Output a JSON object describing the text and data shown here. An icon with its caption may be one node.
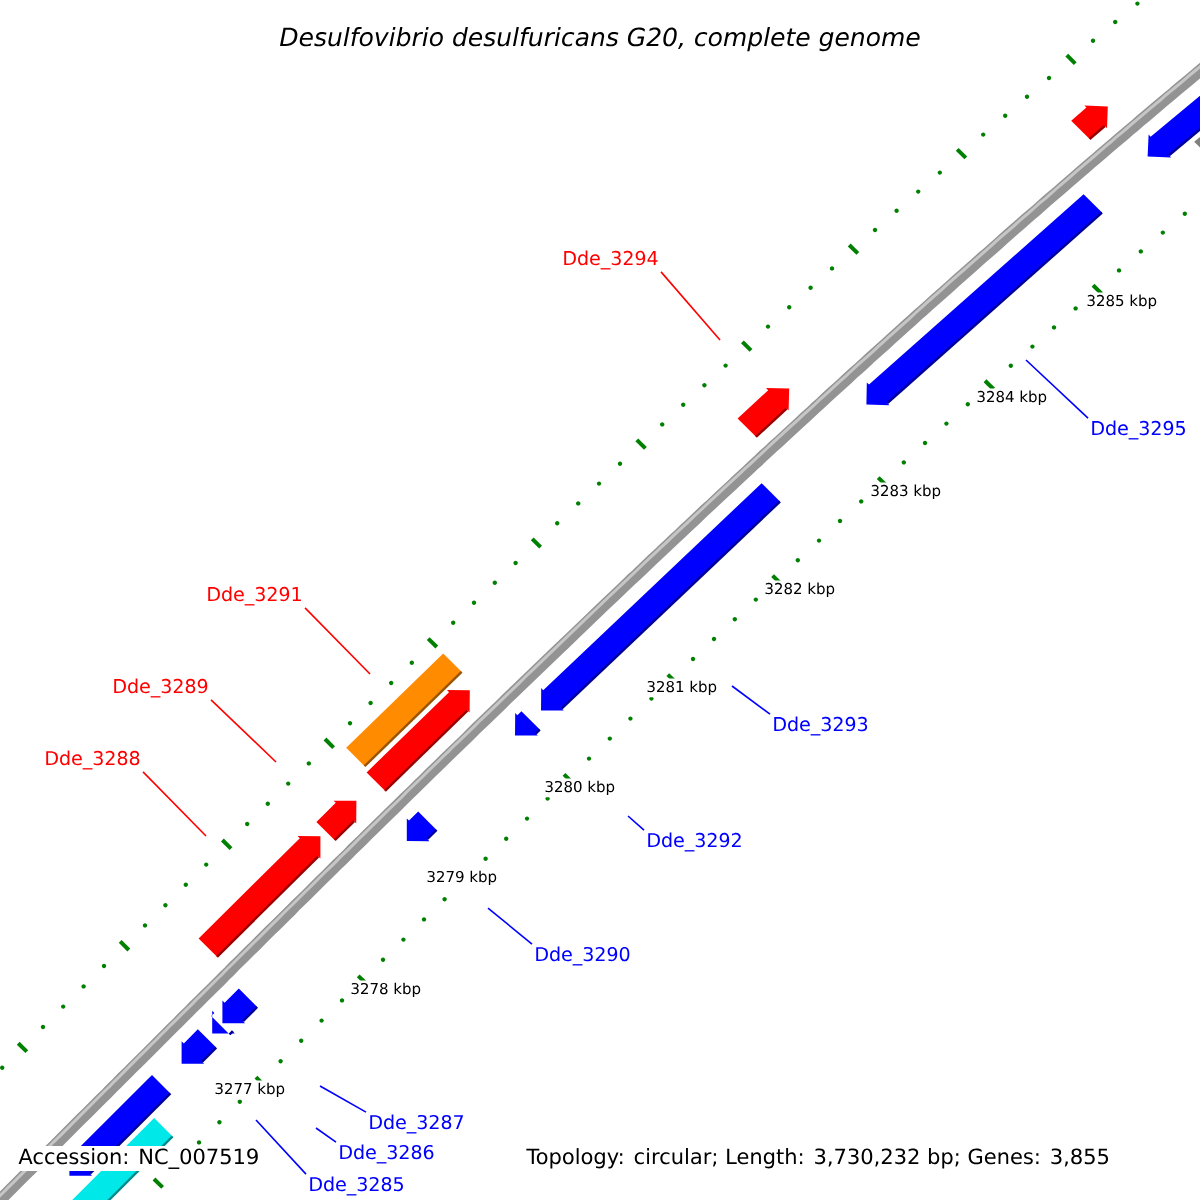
{
  "diagram": {
    "title": "Desulfovibrio desulfuricans G20, complete genome",
    "nodes": [
      {
        "text": [
          "Dde_3294"
        ]
      },
      {
        "text": [
          "Dde_3295"
        ]
      },
      {
        "text": [
          "Dde_3291"
        ]
      },
      {
        "text": [
          "Dde_3289"
        ]
      },
      {
        "text": [
          "Dde_3293"
        ]
      },
      {
        "text": [
          "Dde_3288"
        ]
      },
      {
        "text": [
          "Dde_3292"
        ]
      },
      {
        "text": [
          "Dde_3290"
        ]
      },
      {
        "text": [
          "Dde_3287"
        ]
      },
      {
        "text": [
          "Dde_3286"
        ]
      },
      {
        "text": [
          "Dde_3285"
        ]
      }
    ],
    "edges": [
      {
        "from": 0,
        "to": null,
        "arrow": "none",
        "color": "#ff0000"
      },
      {
        "from": 1,
        "to": null,
        "arrow": "none"
      },
      {
        "from": 2,
        "to": null,
        "arrow": "none",
        "color": "#ff0000"
      },
      {
        "from": 3,
        "to": null,
        "arrow": "none",
        "color": "#ff0000"
      },
      {
        "from": 4,
        "to": null,
        "arrow": "none"
      },
      {
        "from": 5,
        "to": null,
        "arrow": "none",
        "color": "#ff0000"
      },
      {
        "from": 6,
        "to": null,
        "arrow": "none"
      },
      {
        "from": 7,
        "to": null,
        "arrow": "none"
      },
      {
        "from": 8,
        "to": null,
        "arrow": "none"
      },
      {
        "from": 9,
        "to": null,
        "arrow": "none"
      },
      {
        "from": 10,
        "to": null,
        "arrow": "none"
      }
    ],
    "labels": [
      "3285 kbp",
      "3284 kbp",
      "3283 kbp",
      "3282 kbp",
      "3281 kbp",
      "3280 kbp",
      "3279 kbp",
      "3278 kbp",
      "3277 kbp",
      "Accession: NC_007519",
      "Topology: circular; Length: 3,730,232 bp; Genes: 3,855"
    ]
  }
}
